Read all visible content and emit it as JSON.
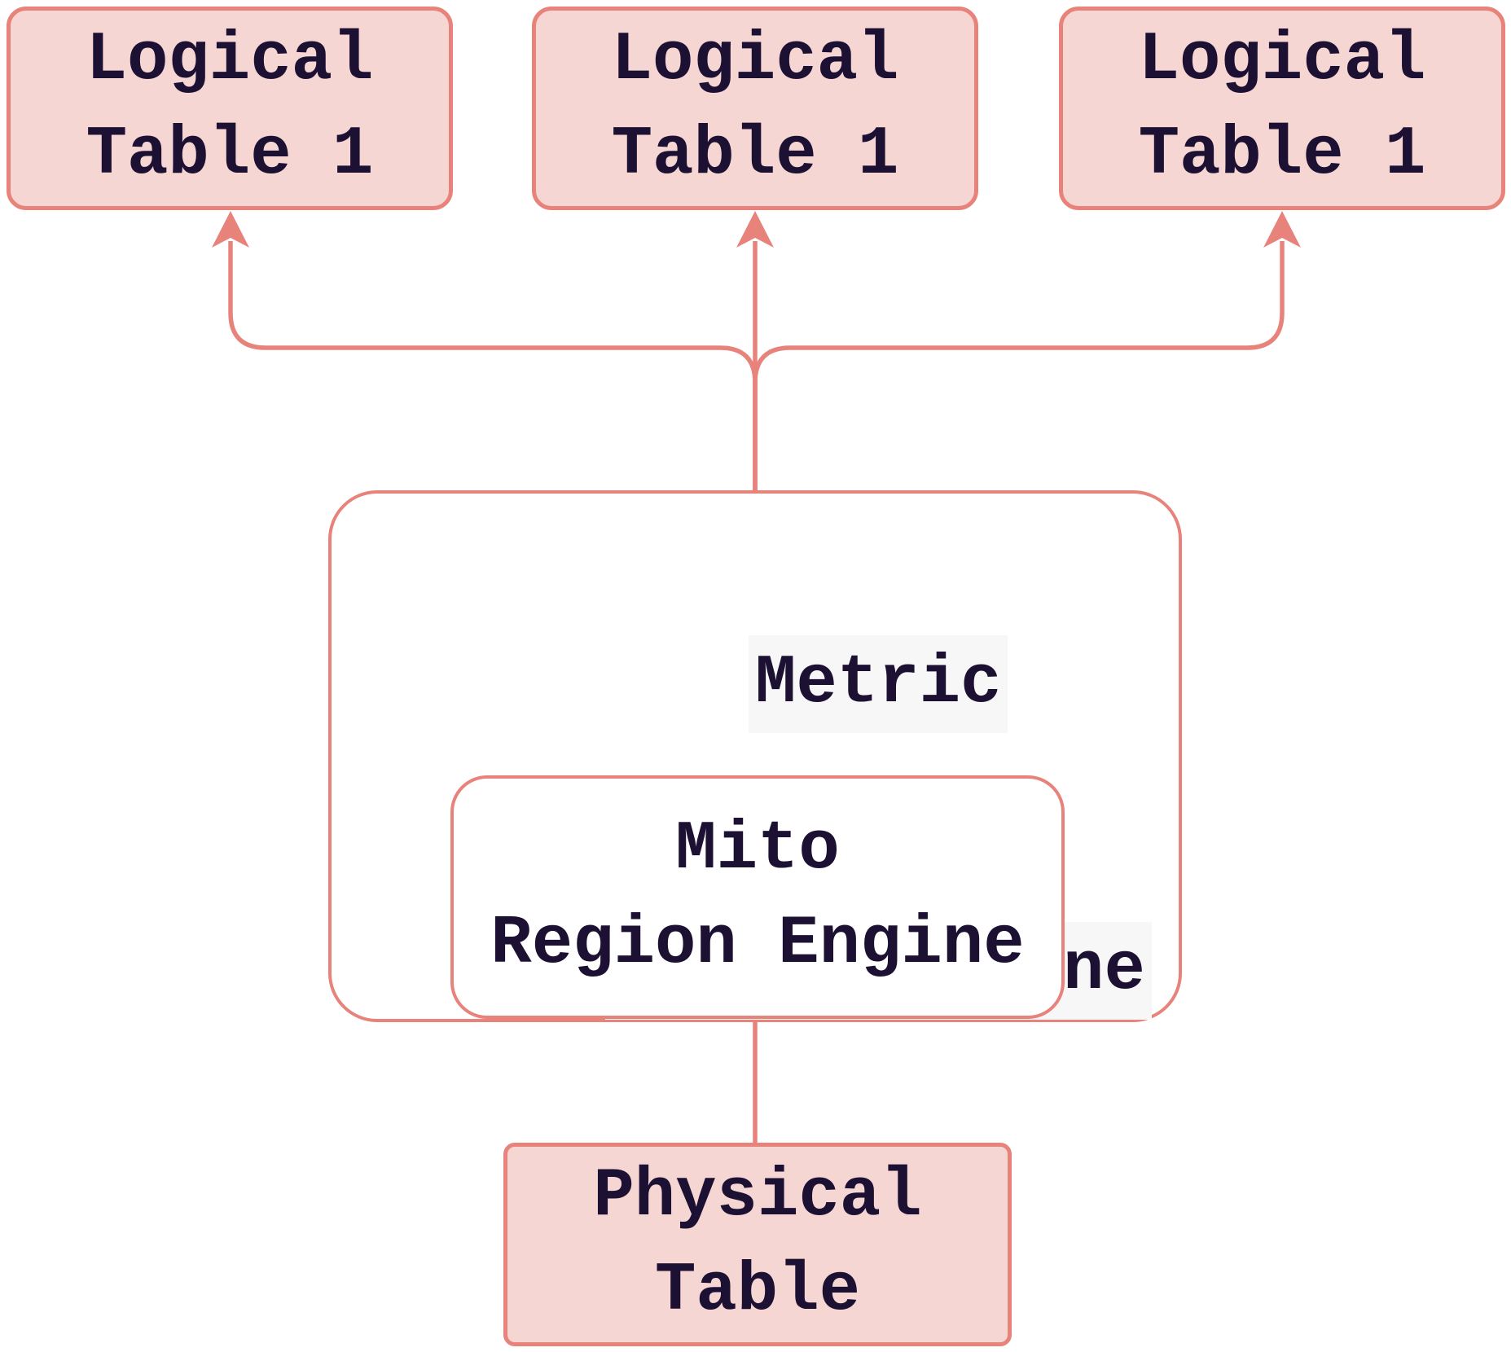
{
  "diagram": {
    "type": "flowchart",
    "colors": {
      "stroke": "#e8837c",
      "node_fill": "#f6d6d3",
      "text": "#1d1133",
      "label_background": "#f7f7f7",
      "canvas_background": "#ffffff"
    },
    "nodes": {
      "logical_table_left": {
        "line1": "Logical",
        "line2": "Table 1"
      },
      "logical_table_middle": {
        "line1": "Logical",
        "line2": "Table 1"
      },
      "logical_table_right": {
        "line1": "Logical",
        "line2": "Table 1"
      },
      "metric_region_engine": {
        "line1": "Metric",
        "line2": "Region Engine"
      },
      "mito_region_engine": {
        "line1": "Mito",
        "line2": "Region Engine"
      },
      "physical_table": {
        "line1": "Physical",
        "line2": "Table"
      }
    },
    "edges": [
      {
        "from": "physical_table",
        "to": "mito_region_engine",
        "arrow": "up"
      },
      {
        "from": "metric_region_engine",
        "to": "logical_table_left",
        "arrow": "up"
      },
      {
        "from": "metric_region_engine",
        "to": "logical_table_middle",
        "arrow": "up"
      },
      {
        "from": "metric_region_engine",
        "to": "logical_table_right",
        "arrow": "up"
      }
    ]
  }
}
